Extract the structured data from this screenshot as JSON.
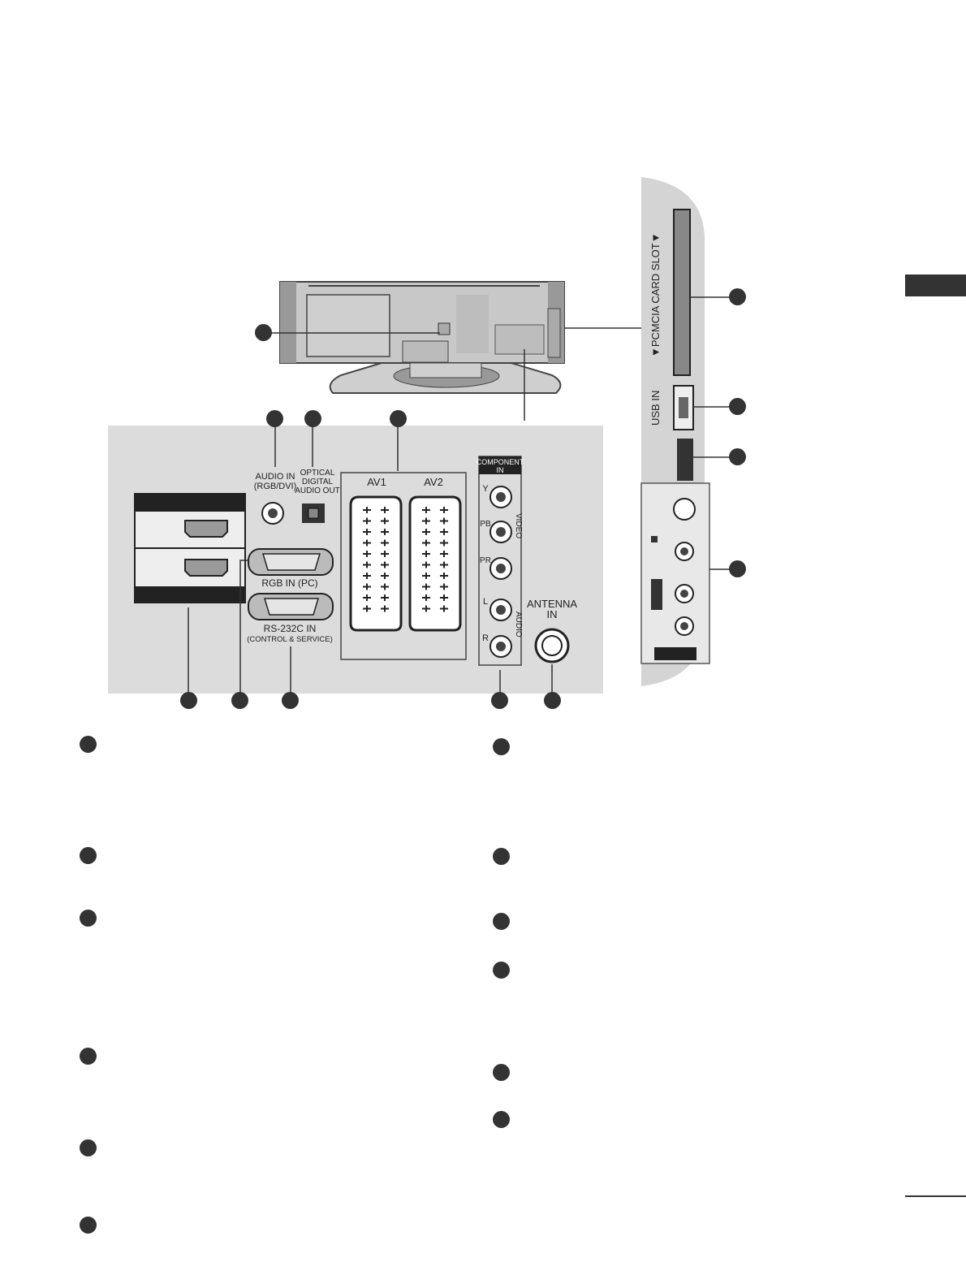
{
  "diagram": {
    "labels": {
      "audio_in": "AUDIO IN",
      "audio_in_sub": "(RGB/DVI)",
      "optical_1": "OPTICAL",
      "optical_2": "DIGITAL",
      "optical_3": "AUDIO OUT",
      "av1": "AV1",
      "av2": "AV2",
      "component_1": "COMPONENT",
      "component_2": "IN",
      "y": "Y",
      "pb": "PB",
      "pr": "PR",
      "l": "L",
      "r": "R",
      "video": "VIDEO",
      "audio": "AUDIO",
      "rgb_in": "RGB IN (PC)",
      "rs232_1": "RS-232C IN",
      "rs232_2": "(CONTROL & SERVICE)",
      "antenna_1": "ANTENNA",
      "antenna_2": "IN",
      "pcmcia": "▼PCMCIA CARD SLOT▼",
      "usb_in": "USB IN"
    }
  },
  "colors": {
    "panel": "#dcdcdc",
    "side_panel": "#d4d4d4",
    "dark": "#333333",
    "tv_body": "#c8c8c8"
  }
}
